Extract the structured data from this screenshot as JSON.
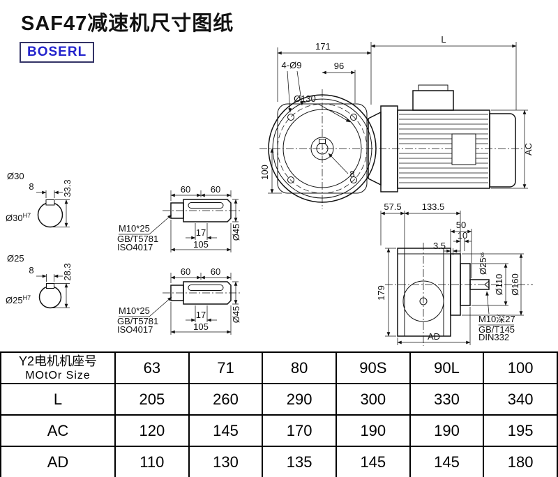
{
  "colors": {
    "brand_text": "#2323cc",
    "brand_border": "#333366",
    "line": "#111111",
    "background": "#ffffff"
  },
  "page": {
    "title": "SAF47减速机尺寸图纸",
    "brand": "BOSERL"
  },
  "front_view": {
    "dim_width": "171",
    "dim_motor_length": "L",
    "dim_bolt_holes": "4-Ø9",
    "dim_center_to_face": "96",
    "dim_flange_dia": "Ø130",
    "dim_center_height": "100",
    "dim_keyway": "8",
    "dim_motor_height": "AC"
  },
  "section_top": {
    "dia": "Ø30",
    "bore": "Ø30",
    "bore_tol": "H7",
    "keyway_width": "8",
    "keyway_height": "33.3"
  },
  "section_bottom": {
    "dia": "Ø25",
    "bore": "Ø25",
    "bore_tol": "H7",
    "keyway_width": "8",
    "keyway_height": "28.3"
  },
  "shaft_top": {
    "dim_60a": "60",
    "dim_60b": "60",
    "dim_17": "17",
    "dim_105": "105",
    "dim_dia": "Ø45",
    "note1": "M10*25",
    "note2": "GB/T5781",
    "note3": "ISO4017"
  },
  "shaft_bottom": {
    "dim_60a": "60",
    "dim_60b": "60",
    "dim_17": "17",
    "dim_105": "105",
    "dim_dia": "Ø45",
    "note1": "M10*25",
    "note2": "GB/T5781",
    "note3": "ISO4017"
  },
  "side_view": {
    "dim_left": "57.5",
    "dim_right": "133.5",
    "dim_50": "50",
    "dim_10": "10",
    "dim_3_5": "3.5",
    "shaft_dia": "Ø25",
    "shaft_tol": "k6",
    "hub_dia": "Ø110",
    "flange_dia": "Ø160",
    "dim_height": "179",
    "dim_ad": "AD",
    "note1": "M10深27",
    "note2": "GB/T145",
    "note3": "DIN332"
  },
  "table": {
    "header_cn": "Y2电机机座号",
    "header_en": "MOtOr Size",
    "sizes": [
      "63",
      "71",
      "80",
      "90S",
      "90L",
      "100"
    ],
    "rows": [
      {
        "label": "L",
        "values": [
          "205",
          "260",
          "290",
          "300",
          "330",
          "340"
        ]
      },
      {
        "label": "AC",
        "values": [
          "120",
          "145",
          "170",
          "190",
          "190",
          "195"
        ]
      },
      {
        "label": "AD",
        "values": [
          "110",
          "130",
          "135",
          "145",
          "145",
          "180"
        ]
      }
    ]
  }
}
